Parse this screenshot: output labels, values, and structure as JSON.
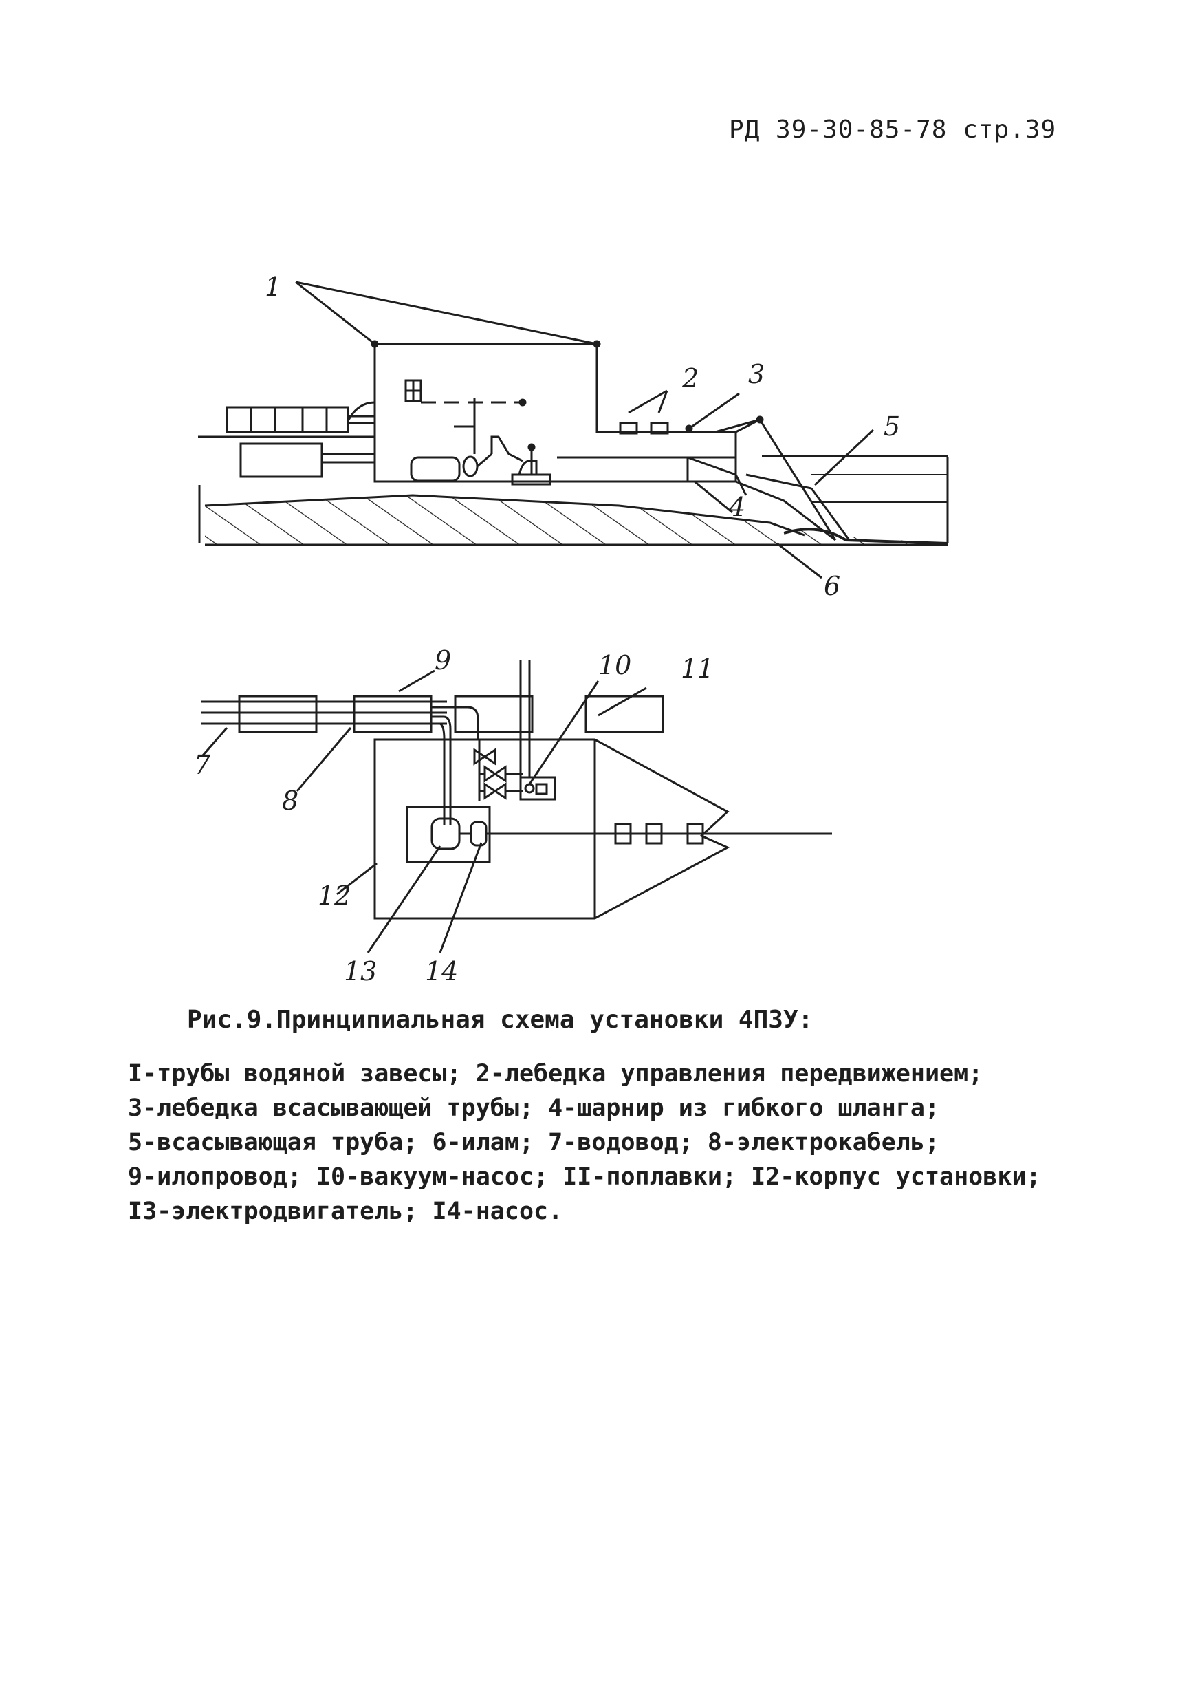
{
  "header": {
    "doc_ref": "РД 39-30-85-78 стр.39"
  },
  "figure_top": {
    "labels": {
      "l1": "1",
      "l2": "2",
      "l3": "3",
      "l4": "4",
      "l5": "5",
      "l6": "6"
    }
  },
  "figure_bottom": {
    "labels": {
      "l7": "7",
      "l8": "8",
      "l9": "9",
      "l10": "10",
      "l11": "11",
      "l12": "12",
      "l13": "13",
      "l14": "14"
    }
  },
  "caption": "Рис.9.Принципиальная схема установки 4ПЗУ:",
  "legend_lines": [
    "I-трубы водяной завесы; 2-лебедка управления передвижением;",
    "3-лебедка всасывающей трубы; 4-шарнир из гибкого шланга;",
    "5-всасывающая труба; 6-илам; 7-водовод; 8-электрокабель;",
    "9-илопровод; I0-вакуум-насос; II-поплавки; I2-корпус установки;",
    "I3-электродвигатель; I4-насос."
  ]
}
